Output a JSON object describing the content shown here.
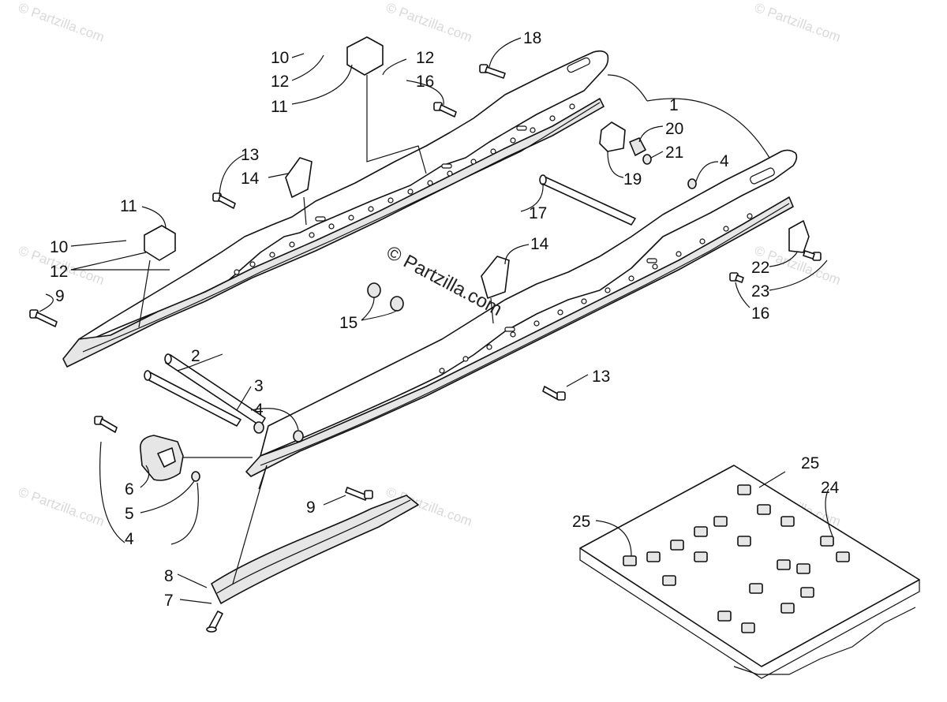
{
  "diagram": {
    "watermark_text": "© Partzilla.com",
    "center_watermark": "© Partzilla.com",
    "callouts": [
      {
        "id": "c1",
        "label": "1"
      },
      {
        "id": "c2",
        "label": "2"
      },
      {
        "id": "c3",
        "label": "3"
      },
      {
        "id": "c4a",
        "label": "4"
      },
      {
        "id": "c4b",
        "label": "4"
      },
      {
        "id": "c4c",
        "label": "4"
      },
      {
        "id": "c5",
        "label": "5"
      },
      {
        "id": "c6",
        "label": "6"
      },
      {
        "id": "c7",
        "label": "7"
      },
      {
        "id": "c8",
        "label": "8"
      },
      {
        "id": "c9a",
        "label": "9"
      },
      {
        "id": "c9b",
        "label": "9"
      },
      {
        "id": "c10a",
        "label": "10"
      },
      {
        "id": "c10b",
        "label": "10"
      },
      {
        "id": "c11a",
        "label": "11"
      },
      {
        "id": "c11b",
        "label": "11"
      },
      {
        "id": "c12a",
        "label": "12"
      },
      {
        "id": "c12b",
        "label": "12"
      },
      {
        "id": "c12c",
        "label": "12"
      },
      {
        "id": "c13a",
        "label": "13"
      },
      {
        "id": "c13b",
        "label": "13"
      },
      {
        "id": "c14a",
        "label": "14"
      },
      {
        "id": "c14b",
        "label": "14"
      },
      {
        "id": "c15",
        "label": "15"
      },
      {
        "id": "c16a",
        "label": "16"
      },
      {
        "id": "c16b",
        "label": "16"
      },
      {
        "id": "c17",
        "label": "17"
      },
      {
        "id": "c18",
        "label": "18"
      },
      {
        "id": "c19",
        "label": "19"
      },
      {
        "id": "c20",
        "label": "20"
      },
      {
        "id": "c21",
        "label": "21"
      },
      {
        "id": "c22",
        "label": "22"
      },
      {
        "id": "c23",
        "label": "23"
      },
      {
        "id": "c24",
        "label": "24"
      },
      {
        "id": "c25a",
        "label": "25"
      },
      {
        "id": "c25b",
        "label": "25"
      }
    ]
  }
}
